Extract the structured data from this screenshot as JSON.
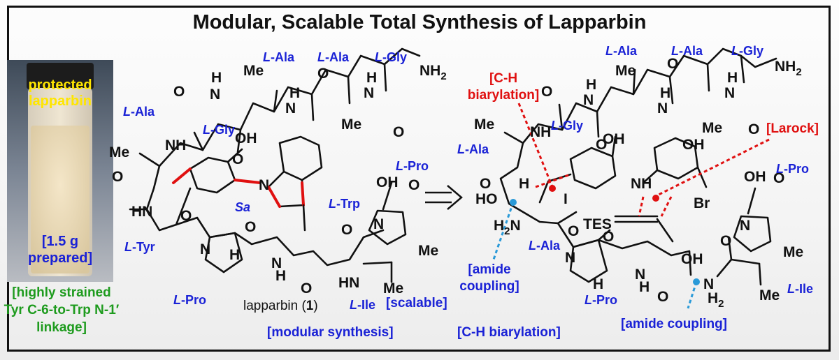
{
  "title": "Modular, Scalable Total Synthesis of Lapparbin",
  "photo": {
    "label_top": "protected lapparbin",
    "label_top_line1": "protected",
    "label_top_line2": "lapparbin",
    "label_bottom_line1": "[1.5 g",
    "label_bottom_line2": "prepared]",
    "caption_line1": "[highly strained",
    "caption_line2": "Tyr C-6-to-Trp N-1′",
    "caption_line3": "linkage]"
  },
  "left_structure": {
    "compound_label": "lapparbin (",
    "compound_number": "1",
    "compound_close": ")",
    "residues": [
      "L-Ala",
      "L-Ala",
      "L-Gly",
      "L-Ala",
      "L-Gly",
      "L-Pro",
      "L-Tyr",
      "L-Trp",
      "L-Pro",
      "L-Ile"
    ],
    "stereo_label": "Sa",
    "atoms": [
      "Me",
      "NH2",
      "OH",
      "HN",
      "N",
      "O",
      "H",
      "Me",
      "Me",
      "H"
    ]
  },
  "right_structure": {
    "residues": [
      "L-Ala",
      "L-Ala",
      "L-Gly",
      "L-Ala",
      "L-Gly",
      "L-Pro",
      "L-Ala",
      "L-Pro",
      "L-Ile"
    ],
    "atoms": [
      "Me",
      "NH2",
      "OH",
      "HO",
      "H2N",
      "NH",
      "Br",
      "I",
      "TES",
      "OH",
      "Me",
      "H2"
    ],
    "annotations": {
      "ch_biarylation_line1": "[C-H",
      "ch_biarylation_line2": "biarylation]",
      "larock": "[Larock]",
      "amide_coupling_left_line1": "[amide",
      "amide_coupling_left_line2": "coupling]",
      "amide_coupling_right": "[amide coupling]"
    }
  },
  "bottom_notes": {
    "scalable": "[scalable]",
    "modular": "[modular synthesis]",
    "ch_biarylation": "[C-H biarylation]"
  }
}
